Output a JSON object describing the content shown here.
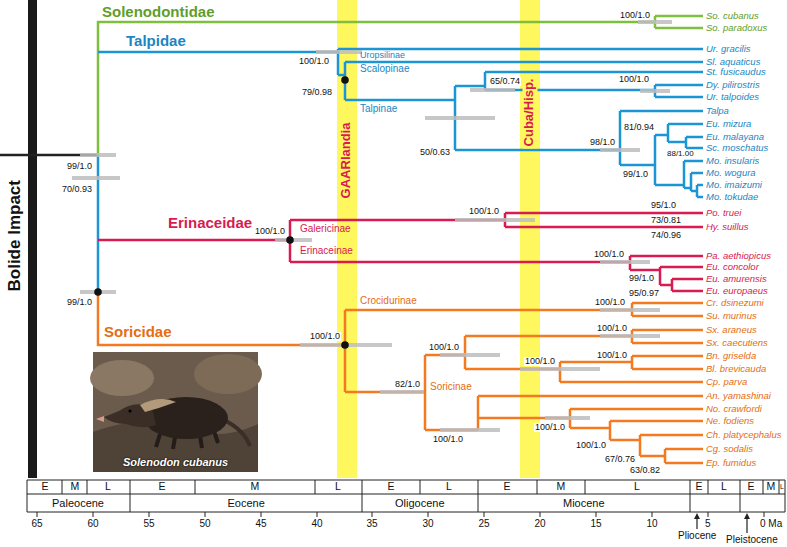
{
  "diagram": {
    "nodes": [
      {
        "text": [
          "Bolide Impact"
        ]
      },
      {
        "text": [
          "GAARlandia"
        ]
      },
      {
        "text": [
          "Cuba/Hisp."
        ]
      },
      {
        "text": [
          "Solenodon cubanus"
        ]
      }
    ],
    "labels": [
      "Solenodontidae",
      "Talpidae",
      "Erinaceidae",
      "Soricidae",
      "Uropsilinae",
      "Scalopinae",
      "Talpinae",
      "Galericinae",
      "Erinaceinae",
      "Crocidurinae",
      "Soricinae",
      "100/1.0",
      "100/1.0",
      "79/0.98",
      "50/0.63",
      "65/0.74",
      "100/1.0",
      "81/0.94",
      "98/1.0",
      "88/1.00",
      "99/1.0",
      "95/1.0",
      "73/0.81",
      "74/0.96",
      "99/1.0",
      "70/0.93",
      "99/1.0",
      "100/1.0",
      "100/1.0",
      "100/1.0",
      "99/1.0",
      "95/0.97",
      "100/1.0",
      "100/1.0",
      "100/1.0",
      "100/1.0",
      "82/1.0",
      "100/1.0",
      "100/1.0",
      "100/1.0",
      "100/1.0",
      "100/1.0",
      "67/0.76",
      "63/0.82",
      "So. cubanus",
      "So. paradoxus",
      "Ur. gracilis",
      "Sl. aquaticus",
      "St. fusicaudus",
      "Dy. pilirostris",
      "Ur. talpoides",
      "Talpa",
      "Eu. mizura",
      "Eu. malayana",
      "Sc. moschatus",
      "Mo. insularis",
      "Mo. wogura",
      "Mo. imaizumi",
      "Mo. tokudae",
      "Po. truei",
      "Hy. suillus",
      "Pa. aethiopicus",
      "Eu. concolor",
      "Eu. amurensis",
      "Eu. europaeus",
      "Cr. dsinezumi",
      "Su. murinus",
      "Sx. araneus",
      "Sx. caecutiens",
      "Bn. griselda",
      "Bl. brevicauda",
      "Cp. parva",
      "An. yamashinai",
      "No. crawfordi",
      "Ne. fodiens",
      "Ch. platycephalus",
      "Cg. sodalis",
      "Ep. fumidus",
      "E",
      "M",
      "L",
      "E",
      "M",
      "L",
      "E",
      "L",
      "E",
      "M",
      "L",
      "E",
      "L",
      "E",
      "M",
      "L",
      "Paleocene",
      "Eocene",
      "Oligocene",
      "Miocene",
      "65",
      "60",
      "55",
      "50",
      "45",
      "40",
      "35",
      "30",
      "25",
      "20",
      "15",
      "10",
      "5",
      "0 Ma",
      "Pliocene",
      "Pleistocene"
    ]
  }
}
